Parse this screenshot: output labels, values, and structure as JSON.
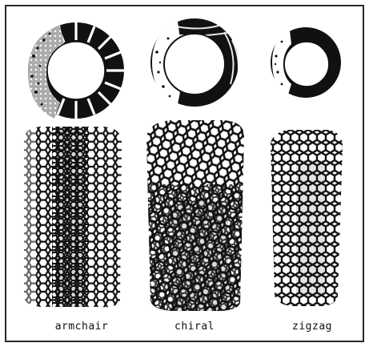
{
  "figure": {
    "labels": {
      "armchair": "armchair",
      "chiral": "chiral",
      "zigzag": "zigzag"
    },
    "colors": {
      "ink": "#111111",
      "frame": "#2a2a2a",
      "paper": "#ffffff"
    }
  }
}
